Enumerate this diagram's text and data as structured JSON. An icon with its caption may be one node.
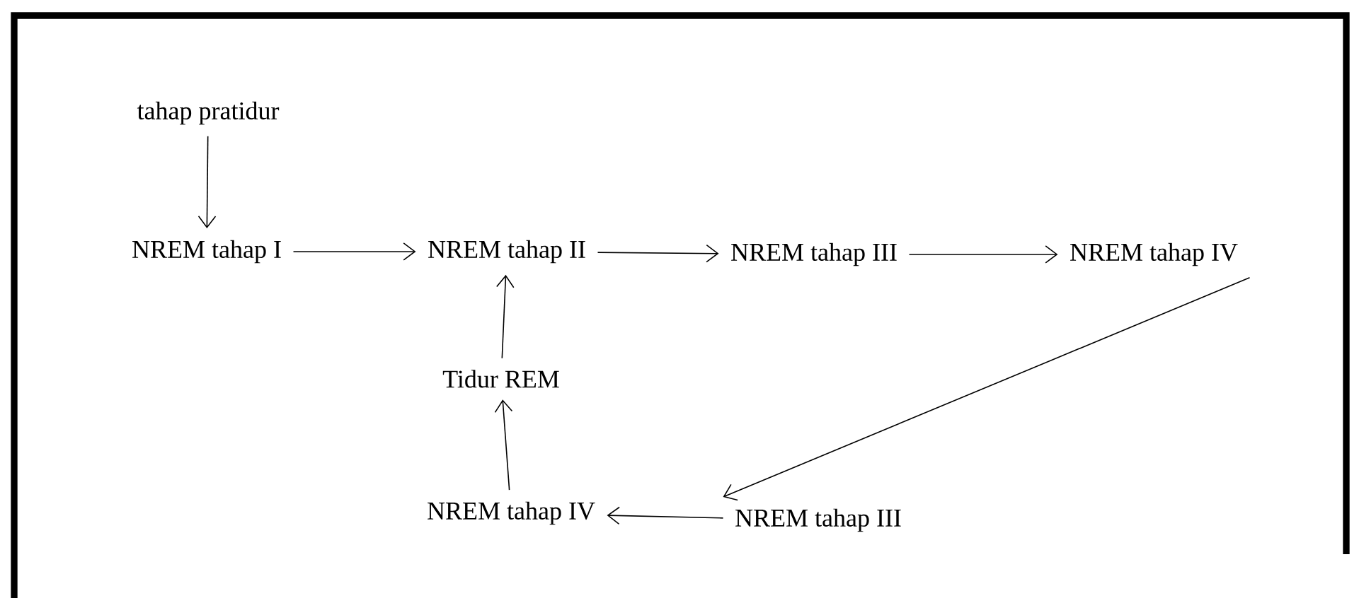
{
  "diagram": {
    "nodes": [
      {
        "text": [
          "tahap pratidur"
        ]
      },
      {
        "text": [
          "NREM tahap I"
        ]
      },
      {
        "text": [
          "NREM tahap II"
        ]
      },
      {
        "text": [
          "NREM tahap III"
        ]
      },
      {
        "text": [
          "NREM tahap IV"
        ]
      },
      {
        "text": [
          "Tidur REM"
        ]
      },
      {
        "text": [
          "NREM tahap IV"
        ]
      },
      {
        "text": [
          "NREM tahap III"
        ]
      }
    ],
    "edges": [
      {
        "from": 0,
        "to": 1,
        "arrow": "to"
      },
      {
        "from": 1,
        "to": 2,
        "arrow": "to"
      },
      {
        "from": 2,
        "to": 3,
        "arrow": "to"
      },
      {
        "from": 3,
        "to": 4,
        "arrow": "to"
      },
      {
        "from": 4,
        "to": 7,
        "arrow": "to"
      },
      {
        "from": 7,
        "to": 6,
        "arrow": "to"
      },
      {
        "from": 6,
        "to": 5,
        "arrow": "to"
      },
      {
        "from": 5,
        "to": 2,
        "arrow": "to"
      }
    ]
  }
}
